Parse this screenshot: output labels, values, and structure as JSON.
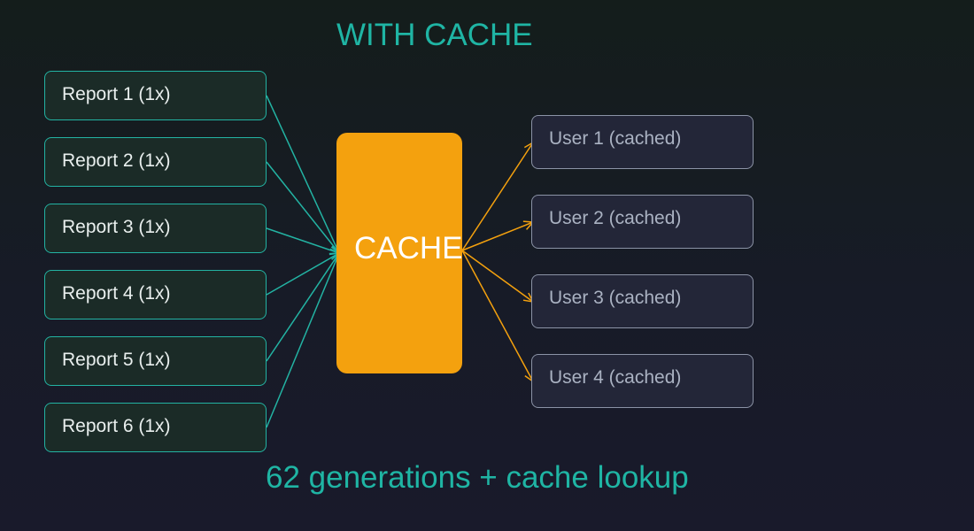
{
  "title": "WITH CACHE",
  "reports": [
    {
      "label": "Report 1 (1x)"
    },
    {
      "label": "Report 2 (1x)"
    },
    {
      "label": "Report 3 (1x)"
    },
    {
      "label": "Report 4 (1x)"
    },
    {
      "label": "Report 5 (1x)"
    },
    {
      "label": "Report 6 (1x)"
    }
  ],
  "cache": {
    "label": "CACHE"
  },
  "users": [
    {
      "label": "User 1 (cached)"
    },
    {
      "label": "User 2 (cached)"
    },
    {
      "label": "User 3 (cached)"
    },
    {
      "label": "User 4 (cached)"
    }
  ],
  "footer": "62 generations + cache lookup",
  "colors": {
    "accent_teal": "#1fb5a4",
    "cache_orange": "#f4a10e",
    "user_border": "#8b93a6"
  }
}
